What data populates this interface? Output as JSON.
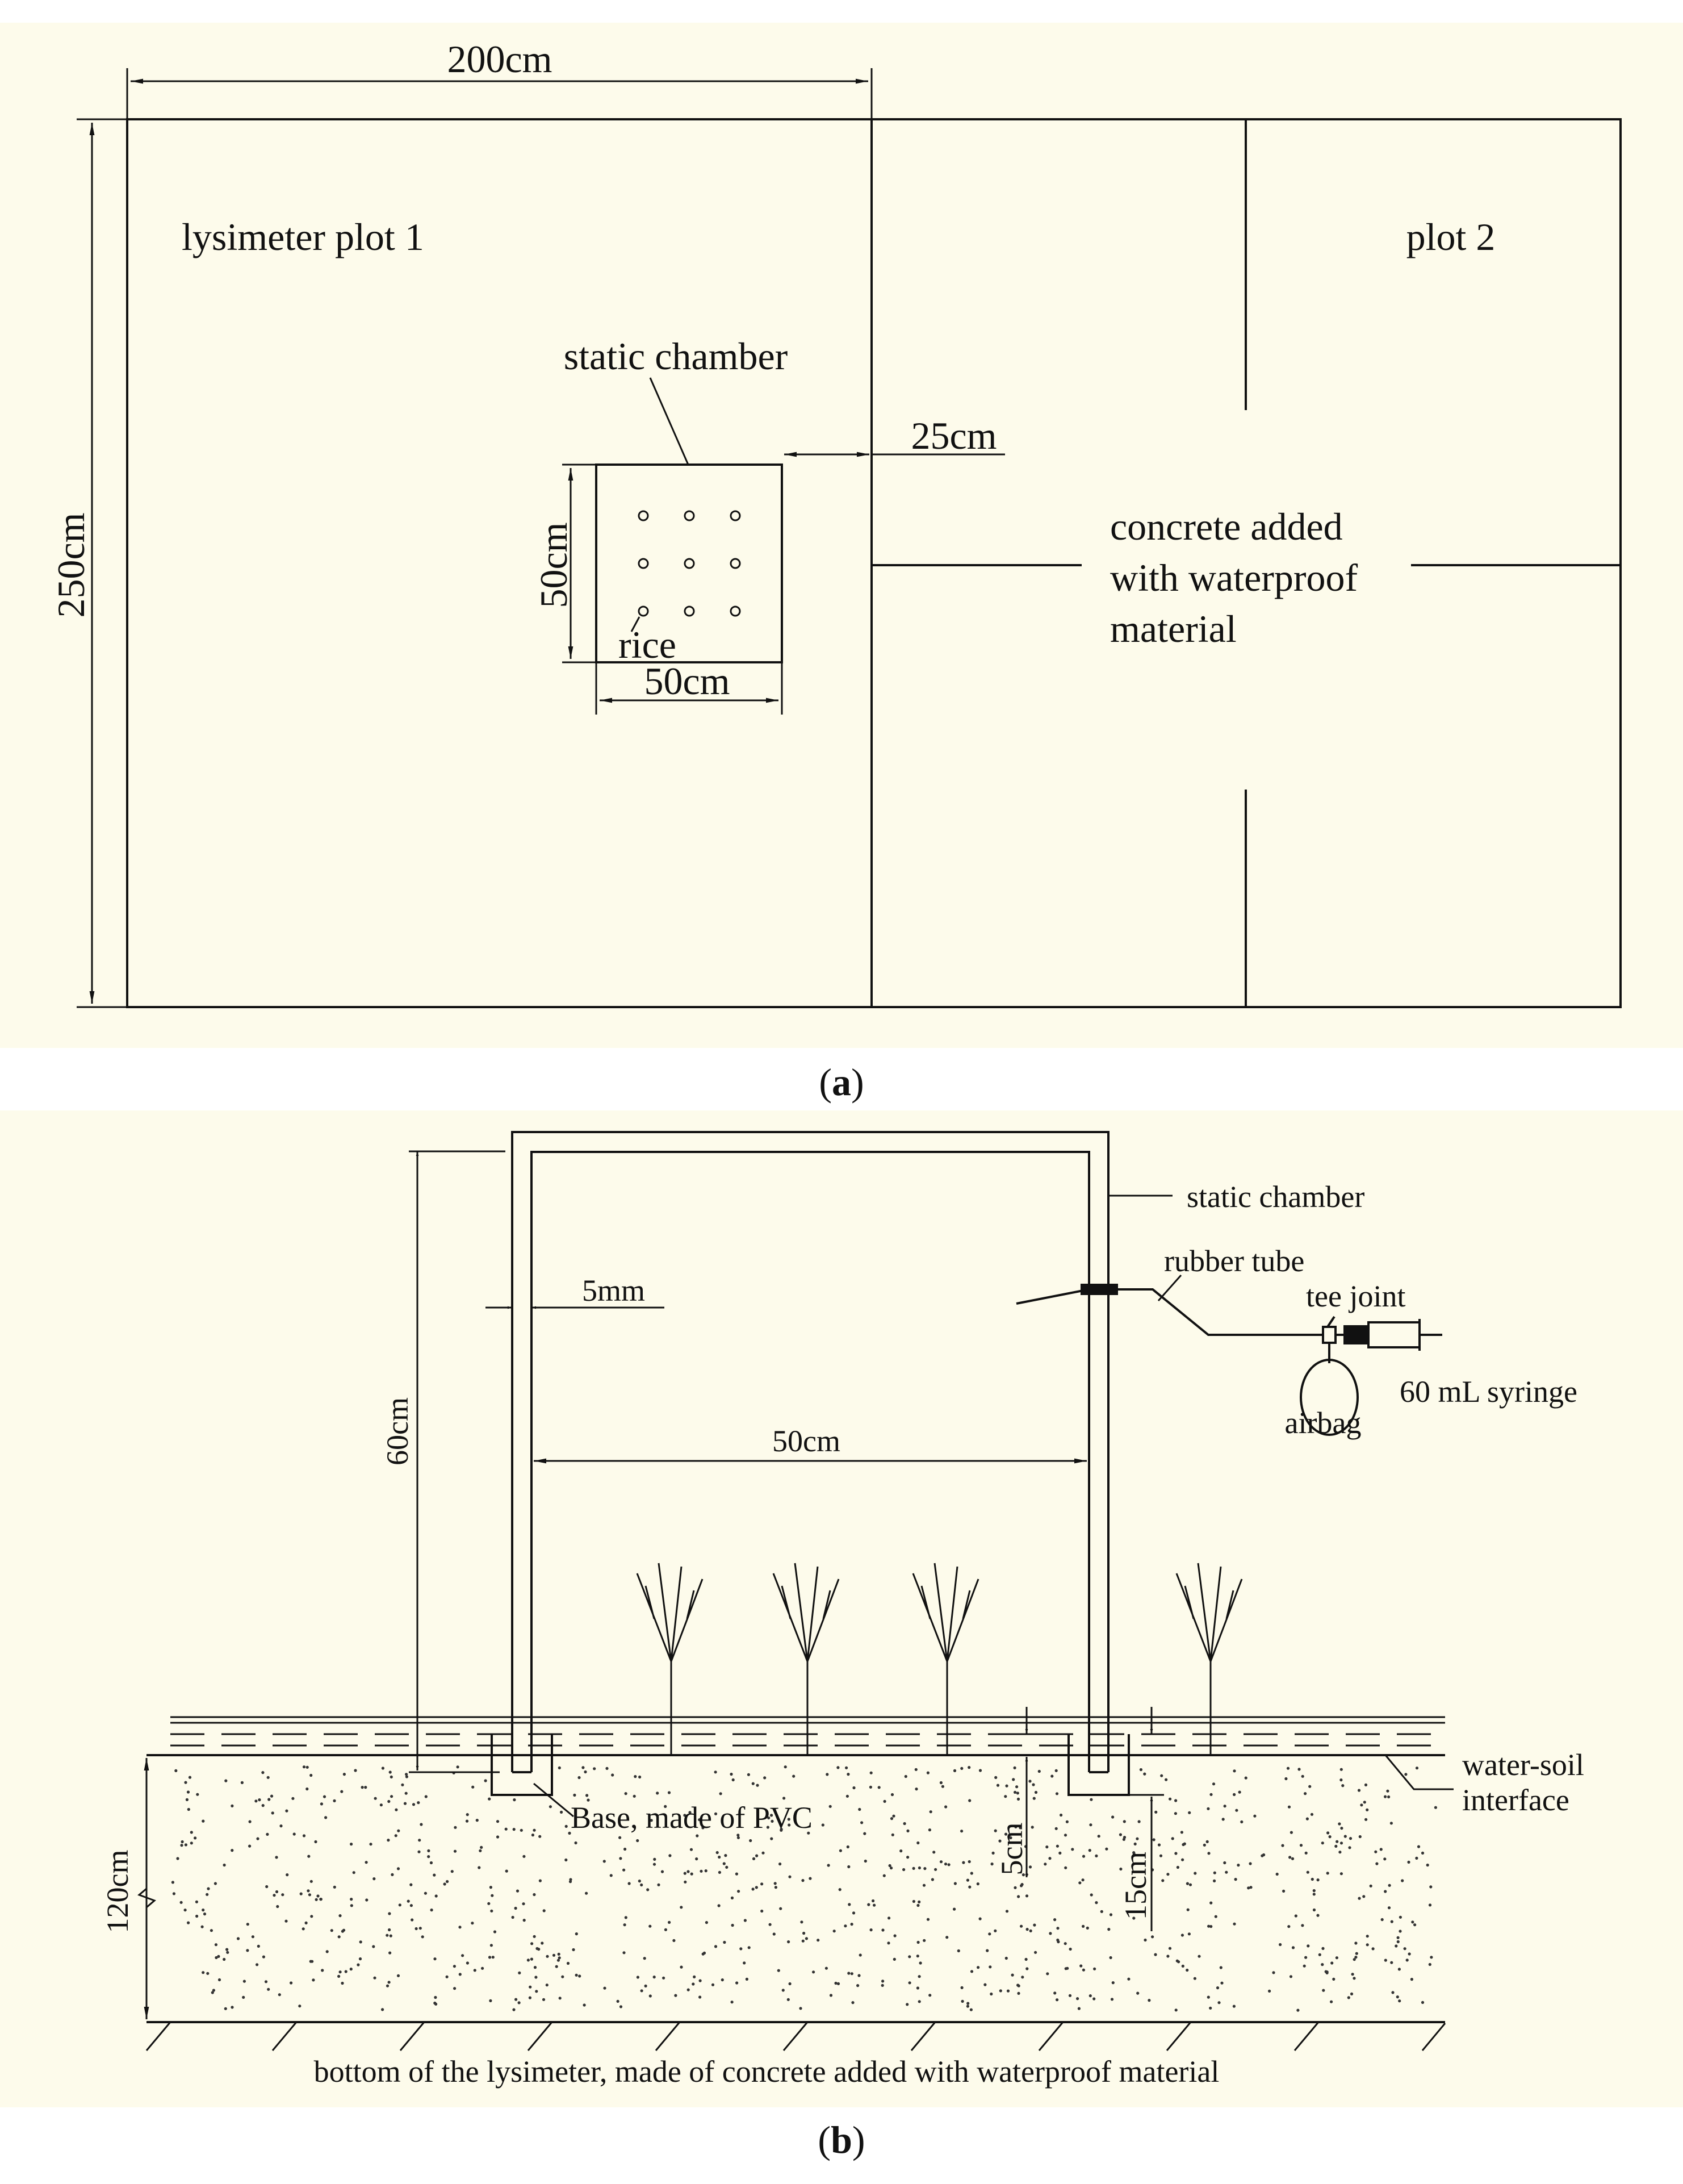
{
  "panel_a": {
    "caption_open": "(",
    "caption_letter": "a",
    "caption_close": ")",
    "dim_width": "200cm",
    "dim_height": "250cm",
    "plot1_label": "lysimeter plot 1",
    "plot2_label": "plot 2",
    "chamber_label": "static chamber",
    "gap_label": "25cm",
    "chamber_height_label": "50cm",
    "chamber_width_label": "50cm",
    "rice_label": "rice",
    "wall_label_1": "concrete added",
    "wall_label_2": "with waterproof",
    "wall_label_3": "material"
  },
  "panel_b": {
    "caption_open": "(",
    "caption_letter": "b",
    "caption_close": ")",
    "chamber_label": "static chamber",
    "rubber_tube_label": "rubber tube",
    "tee_joint_label": "tee joint",
    "syringe_label": "60 mL syringe",
    "airbag_label": "airbag",
    "wall_thickness_label": "5mm",
    "chamber_width_label": "50cm",
    "chamber_height_label": "60cm",
    "interface_label_1": "water-soil",
    "interface_label_2": "interface",
    "base_label": "Base, made of PVC",
    "water_depth_label": "5cm",
    "base_depth_label": "15cm",
    "soil_depth_label": "120cm",
    "bottom_label": "bottom of the lysimeter, made of concrete added with waterproof material"
  },
  "colors": {
    "panel_bg": "#fdfbeb",
    "page_bg": "#ffffff",
    "ink": "#111111"
  }
}
